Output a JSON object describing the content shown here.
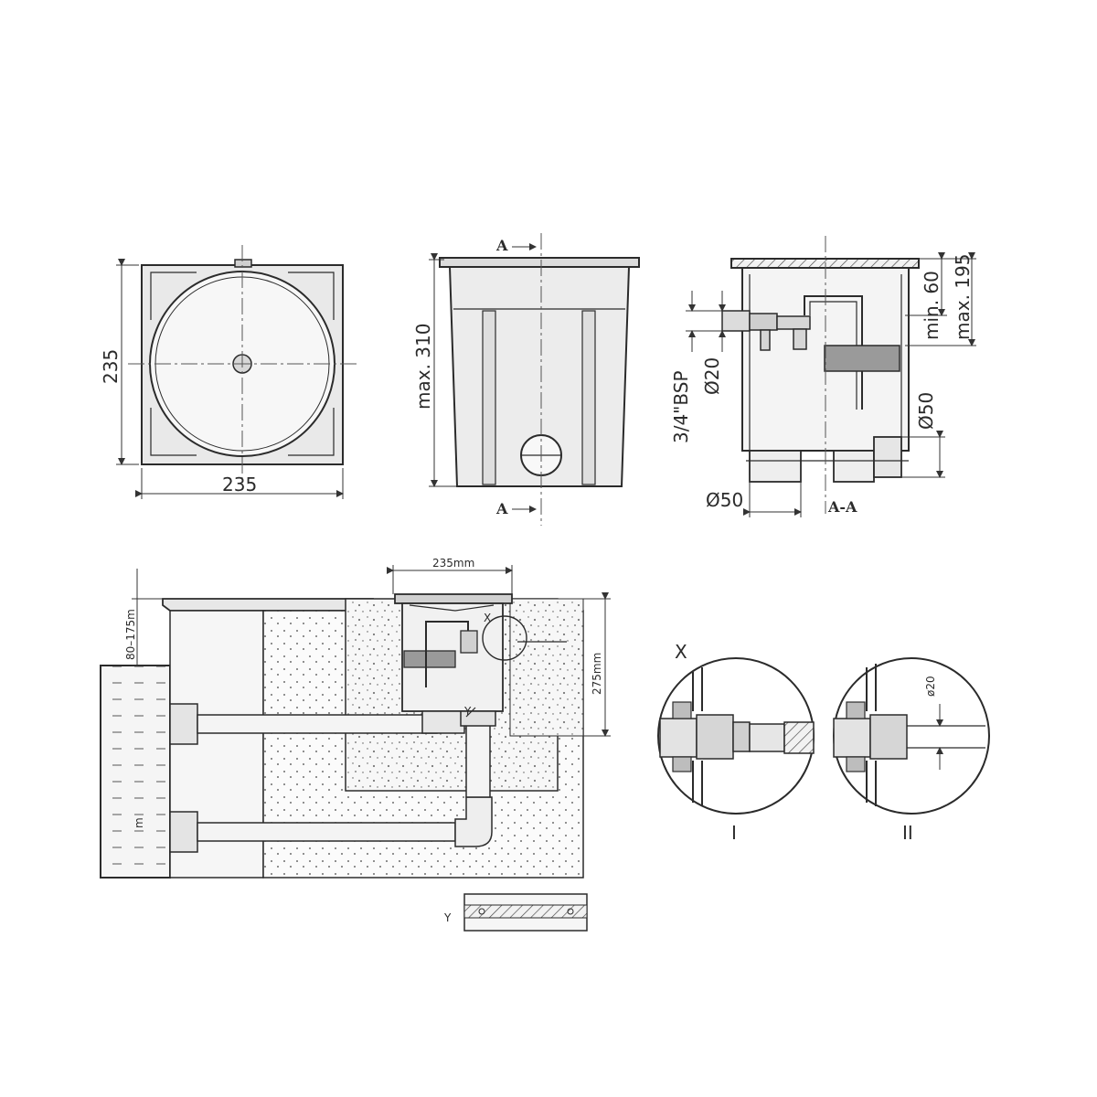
{
  "top_view": {
    "width_label": "235",
    "height_label": "235"
  },
  "side_view": {
    "height_label": "max. 310",
    "section_top": "A",
    "section_bottom": "A"
  },
  "section_view": {
    "min_label": "min. 60",
    "max_label": "max. 195",
    "bsp_label": "3/4\"BSP",
    "d20_label": "Ø20",
    "d50_right_label": "Ø50",
    "d50_bottom_label": "Ø50",
    "section_name": "A-A"
  },
  "installation": {
    "top_width": "235mm",
    "depth": "275mm",
    "water_level": "80–175m",
    "detail_x_marker": "X",
    "detail_y_marker": "Y",
    "pool_mark": "m"
  },
  "detail_x": {
    "title": "X",
    "variant_1": "I",
    "variant_2": "II",
    "d20_label": "ø20"
  },
  "detail_y": {
    "label": "Y"
  },
  "colors": {
    "line": "#2b2b2b",
    "fill_light": "#ececec",
    "fill_mid": "#dcdcdc",
    "fill_dark": "#9a9a9a"
  }
}
